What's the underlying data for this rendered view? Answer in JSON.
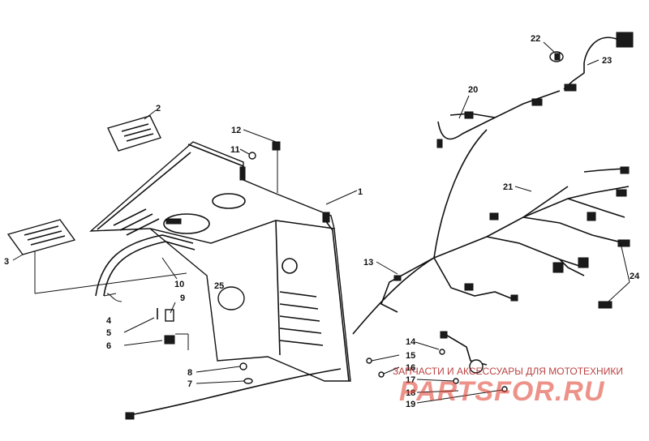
{
  "callouts": [
    {
      "id": "1",
      "label": "1"
    },
    {
      "id": "2",
      "label": "2"
    },
    {
      "id": "3",
      "label": "3"
    },
    {
      "id": "4",
      "label": "4"
    },
    {
      "id": "5",
      "label": "5"
    },
    {
      "id": "6",
      "label": "6"
    },
    {
      "id": "7",
      "label": "7"
    },
    {
      "id": "8",
      "label": "8"
    },
    {
      "id": "9",
      "label": "9"
    },
    {
      "id": "10",
      "label": "10"
    },
    {
      "id": "11",
      "label": "11"
    },
    {
      "id": "12",
      "label": "12"
    },
    {
      "id": "13",
      "label": "13"
    },
    {
      "id": "14",
      "label": "14"
    },
    {
      "id": "15",
      "label": "15"
    },
    {
      "id": "16",
      "label": "16"
    },
    {
      "id": "17",
      "label": "17"
    },
    {
      "id": "18",
      "label": "18"
    },
    {
      "id": "19",
      "label": "19"
    },
    {
      "id": "20",
      "label": "20"
    },
    {
      "id": "21",
      "label": "21"
    },
    {
      "id": "22",
      "label": "22"
    },
    {
      "id": "23",
      "label": "23"
    },
    {
      "id": "24",
      "label": "24"
    },
    {
      "id": "25",
      "label": "25"
    }
  ],
  "watermark": {
    "tagline": "ЗАПЧАСТИ И АКСЕССУАРЫ ДЛЯ МОТОТЕХНИКИ",
    "logo": "PARTSFOR.RU"
  },
  "colors": {
    "ink": "#111111",
    "watermark_red": "#e03a2a"
  }
}
